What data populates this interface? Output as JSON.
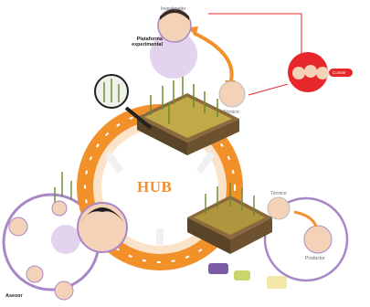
{
  "colors": {
    "orange": "#f2902a",
    "purple": "#a887c8",
    "purple_light": "#e3d3ee",
    "red": "#e8272a",
    "soil": "#7a5f3a",
    "soil_dark": "#5a4428",
    "crop_green": "#6a8a2e",
    "skin": "#f3d2b8"
  },
  "labels": {
    "top_person": "Investigador",
    "platform": "Plataforma experimental",
    "mid_person": "Técnico",
    "red_group": "Comité",
    "right_person": "Técnico",
    "bottom_right_person": "Productor",
    "bottom_left": "Asesor",
    "hub": "HUB"
  },
  "icons": [
    "person-icon",
    "group-icon",
    "plant-icon",
    "arrow-icon",
    "field-plot-icon"
  ]
}
